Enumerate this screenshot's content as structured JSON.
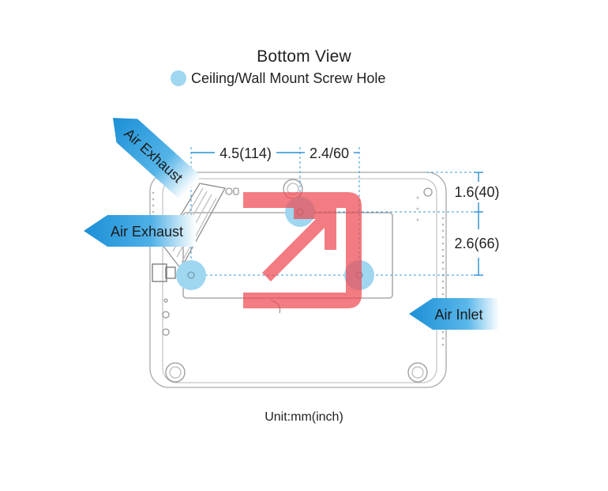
{
  "title": "Bottom View",
  "legend": {
    "label": "Ceiling/Wall Mount Screw Hole",
    "color": "#9fd6f0"
  },
  "dimensions": {
    "top_left": "4.5(114)",
    "top_right": "2.4/60",
    "right_top": "1.6(40)",
    "right_bottom": "2.6(66)"
  },
  "arrows": {
    "exhaust_diagonal": "Air Exhaust",
    "exhaust_left": "Air Exhaust",
    "inlet_right": "Air Inlet"
  },
  "unit_label": "Unit:mm(inch)",
  "colors": {
    "arrow_blue": "#1b8fd6",
    "dim_line": "#2a8fd0",
    "overlay_red": "#ee4b52"
  }
}
